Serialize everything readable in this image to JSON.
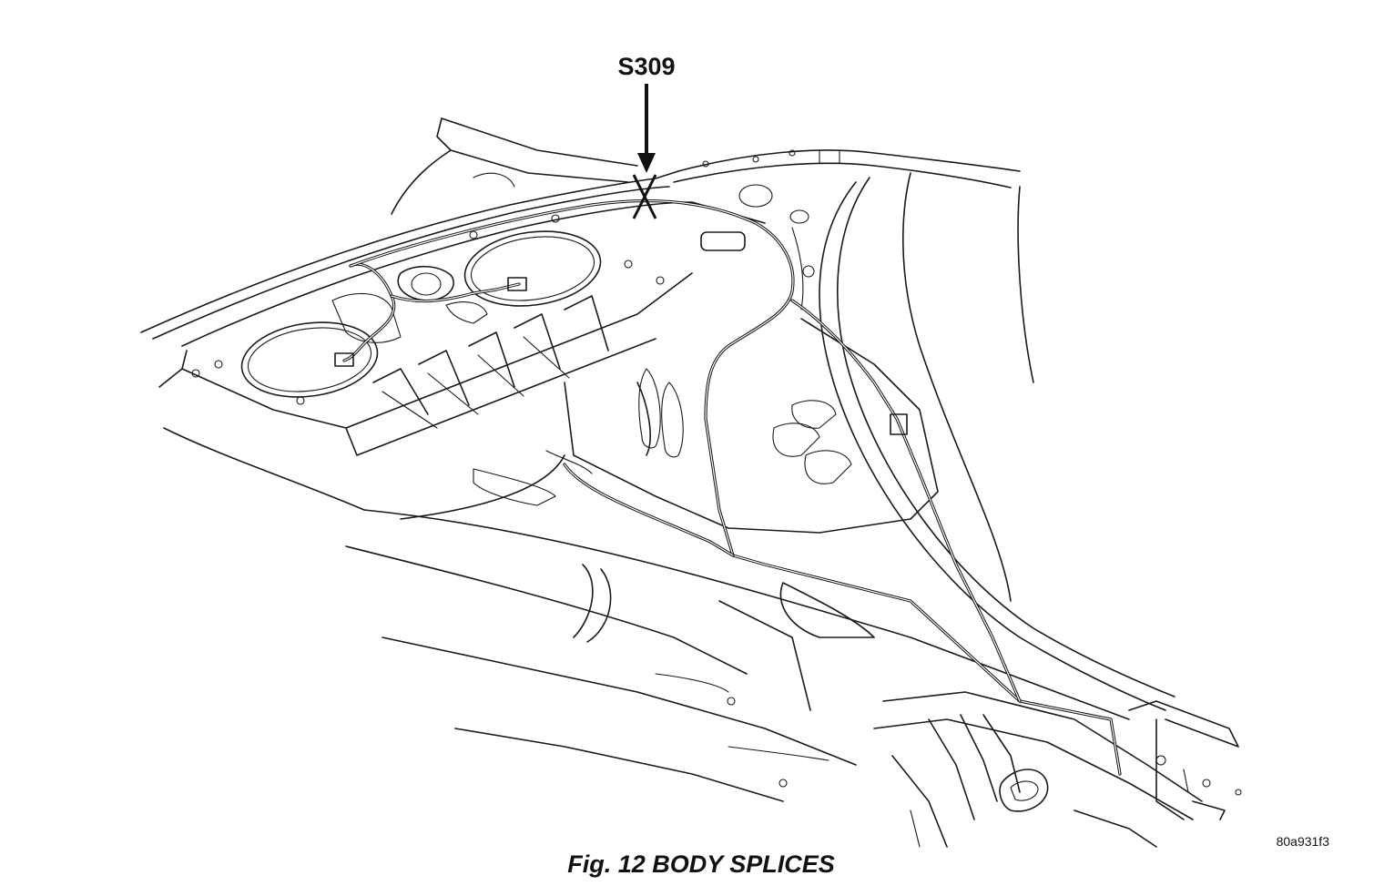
{
  "diagram": {
    "callout_label": "S309",
    "caption": "Fig. 12 BODY SPLICES",
    "reference_code": "80a931f3"
  }
}
